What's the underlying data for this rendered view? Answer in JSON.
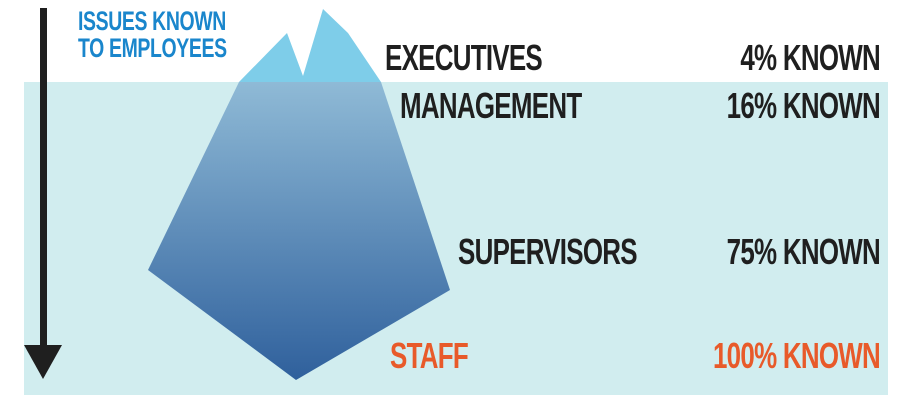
{
  "header": {
    "line1": "ISSUES KNOWN",
    "line2": "TO EMPLOYEES"
  },
  "levels": [
    {
      "name": "EXECUTIVES",
      "known": "4% KNOWN",
      "known_fraction": 0.04
    },
    {
      "name": "MANAGEMENT",
      "known": "16% KNOWN",
      "known_fraction": 0.16
    },
    {
      "name": "SUPERVISORS",
      "known": "75% KNOWN",
      "known_fraction": 0.75
    },
    {
      "name": "STAFF",
      "known": "100% KNOWN",
      "known_fraction": 1.0
    }
  ],
  "colors": {
    "header": "#1a86cc",
    "text": "#1f1f1f",
    "accent": "#e85a2a",
    "water": "#d1edef",
    "ice_tip": "#7ecde9",
    "ice_top": "#8fbad6",
    "ice_bottom": "#2f609c"
  }
}
